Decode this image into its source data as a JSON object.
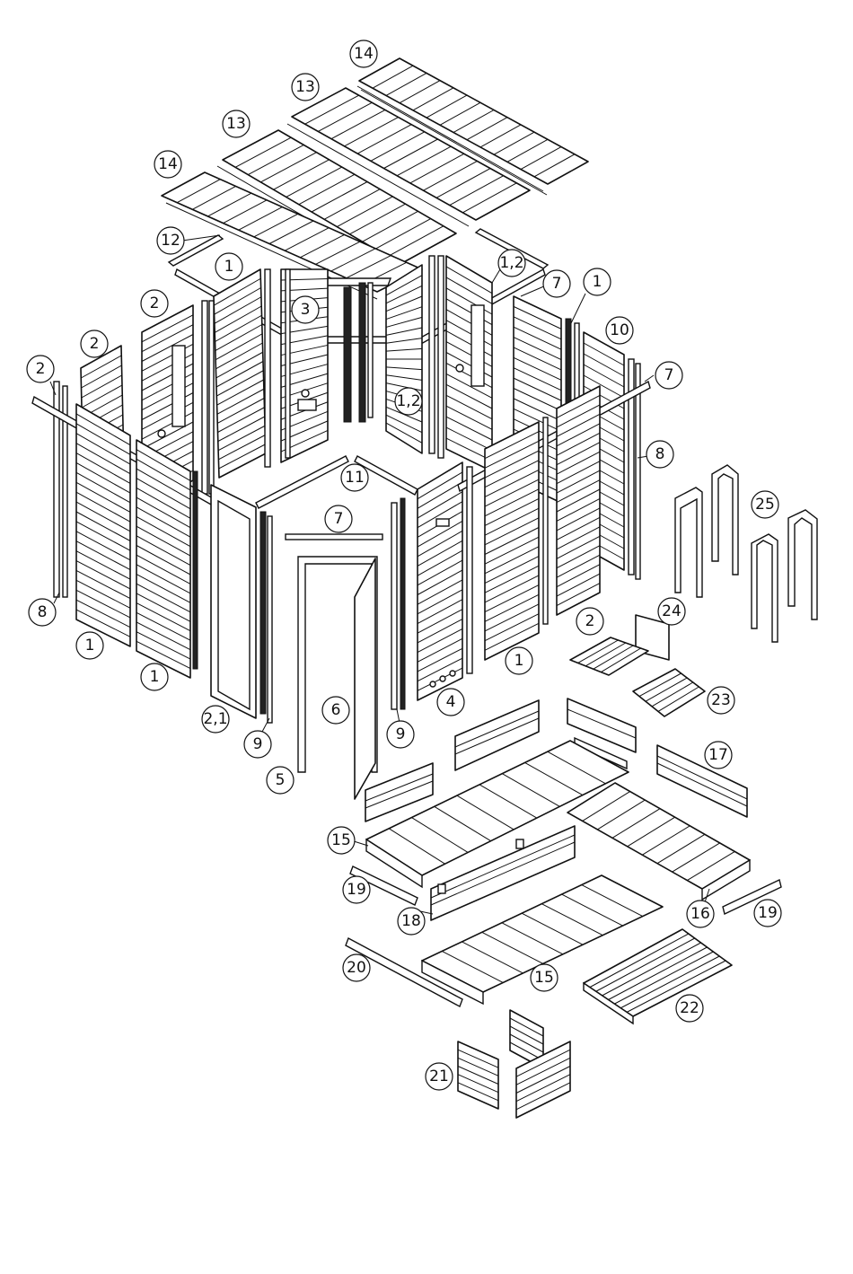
{
  "colors": {
    "line": "#111111",
    "background": "#ffffff"
  },
  "labels": [
    {
      "text": "14"
    },
    {
      "text": "13"
    },
    {
      "text": "13"
    },
    {
      "text": "14"
    },
    {
      "text": "12"
    },
    {
      "text": "1"
    },
    {
      "text": "1,2"
    },
    {
      "text": "3"
    },
    {
      "text": "2"
    },
    {
      "text": "7"
    },
    {
      "text": "1,2"
    },
    {
      "text": "1"
    },
    {
      "text": "10"
    },
    {
      "text": "2"
    },
    {
      "text": "7"
    },
    {
      "text": "2"
    },
    {
      "text": "11"
    },
    {
      "text": "8"
    },
    {
      "text": "7"
    },
    {
      "text": "25"
    },
    {
      "text": "8"
    },
    {
      "text": "1"
    },
    {
      "text": "1"
    },
    {
      "text": "24"
    },
    {
      "text": "2"
    },
    {
      "text": "1"
    },
    {
      "text": "2,1"
    },
    {
      "text": "4"
    },
    {
      "text": "6"
    },
    {
      "text": "23"
    },
    {
      "text": "9"
    },
    {
      "text": "9"
    },
    {
      "text": "5"
    },
    {
      "text": "17"
    },
    {
      "text": "15"
    },
    {
      "text": "19"
    },
    {
      "text": "18"
    },
    {
      "text": "16"
    },
    {
      "text": "19"
    },
    {
      "text": "20"
    },
    {
      "text": "15"
    },
    {
      "text": "22"
    },
    {
      "text": "21"
    }
  ]
}
